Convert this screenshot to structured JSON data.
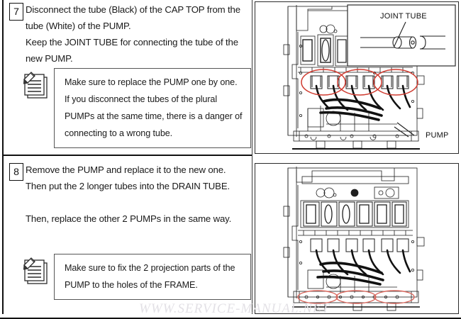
{
  "page": {
    "watermark": "WWW.SERVICE-MANUAL.NET",
    "border_color": "#111111",
    "annotation_color": "#d03b30"
  },
  "steps": [
    {
      "number": "7",
      "lines": [
        "Disconnect the tube (Black) of the CAP TOP from the",
        "tube (White) of the PUMP.",
        "Keep the JOINT TUBE for connecting the tube of the",
        "new PUMP."
      ],
      "note": {
        "icon": "memo-note-icon",
        "lines": [
          "Make sure to replace the PUMP one by one.",
          "If you disconnect the tubes of the plural",
          "PUMPs at the same time, there is a danger of",
          "connecting to a wrong tube."
        ]
      }
    },
    {
      "number": "8",
      "lines": [
        "Remove the PUMP and replace it to the new one.",
        "Then put the 2 longer tubes into the DRAIN TUBE.",
        "",
        "Then, replace the other 2 PUMPs in the same way."
      ],
      "note": {
        "icon": "memo-note-icon",
        "lines": [
          "Make sure to fix the 2 projection parts of the",
          "PUMP to the holes of the FRAME."
        ]
      }
    }
  ],
  "diagrams": [
    {
      "id": "top-diagram",
      "caption": "Printer carriage / cap top assembly with pump tube connections highlighted",
      "labels": [
        {
          "name": "joint-tube-label",
          "text": "JOINT TUBE"
        },
        {
          "name": "pump-label",
          "text": "PUMP"
        }
      ],
      "inset": {
        "name": "joint-tube-inset",
        "label": "JOINT TUBE",
        "description": "Cutaway view of joint tube connecting two flexible tubes"
      },
      "annotations": {
        "type": "ellipse",
        "count": 3,
        "color": "#d03b30",
        "description": "Three red ellipses circling the pump tube pairs"
      }
    },
    {
      "id": "bottom-diagram",
      "caption": "Same assembly showing pump projection parts seated in frame holes",
      "labels": [],
      "annotations": {
        "type": "ellipse",
        "count": 3,
        "color": "#d9685e",
        "description": "Three red flattened ellipses circling the frame mounting holes"
      }
    }
  ]
}
